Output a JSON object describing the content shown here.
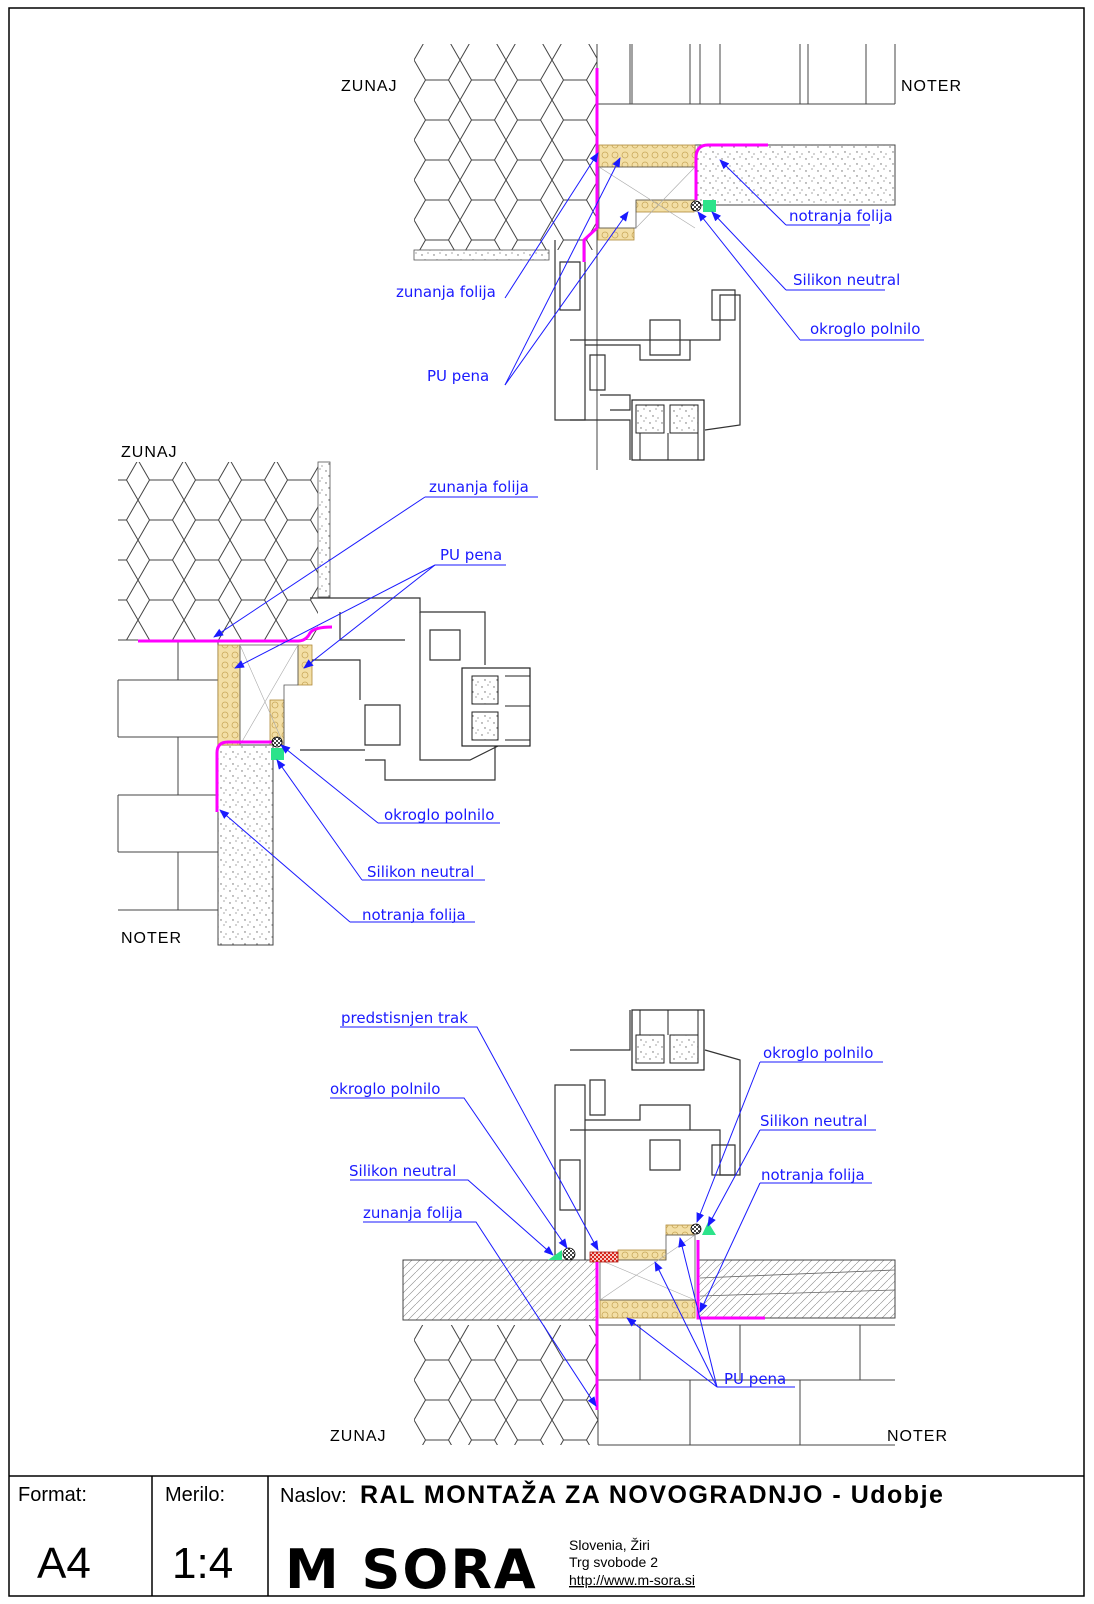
{
  "section_top": {
    "outside": "ZUNAJ",
    "inside": "NOTER",
    "labels": {
      "notranja_folija": "notranja folija",
      "zunanja_folija": "zunanja folija",
      "silikon_neutral": "Silikon neutral",
      "okroglo_polnilo": "okroglo polnilo",
      "pu_pena": "PU pena"
    }
  },
  "section_middle": {
    "outside": "ZUNAJ",
    "inside": "NOTER",
    "labels": {
      "zunanja_folija": "zunanja folija",
      "pu_pena": "PU pena",
      "okroglo_polnilo": "okroglo polnilo",
      "silikon_neutral": "Silikon neutral",
      "notranja_folija": "notranja folija"
    }
  },
  "section_bottom": {
    "outside": "ZUNAJ",
    "inside": "NOTER",
    "labels": {
      "predstisnjen_trak": "predstisnjen trak",
      "okroglo_polnilo_left": "okroglo polnilo",
      "silikon_neutral_left": "Silikon neutral",
      "zunanja_folija": "zunanja folija",
      "okroglo_polnilo_right": "okroglo polnilo",
      "silikon_neutral_right": "Silikon neutral",
      "notranja_folija": "notranja folija",
      "pu_pena": "PU pena"
    }
  },
  "title_block": {
    "format_label": "Format:",
    "format_value": "A4",
    "scale_label": "Merilo:",
    "scale_value": "1:4",
    "title_label": "Naslov:",
    "title_value": "RAL MONTAŽA ZA NOVOGRADNJO - Udobje",
    "logo_text": "M SORA",
    "address_line1": "Slovenia, Žiri",
    "address_line2": "Trg svobode 2",
    "website": "http://www.m-sora.si"
  },
  "colors": {
    "foil": "#ff00ff",
    "label_and_leader": "#1a1aff",
    "pu_foam": "#f3dfa6",
    "silicone": "#2ce38a",
    "compressed_tape": "#e63a2e"
  }
}
